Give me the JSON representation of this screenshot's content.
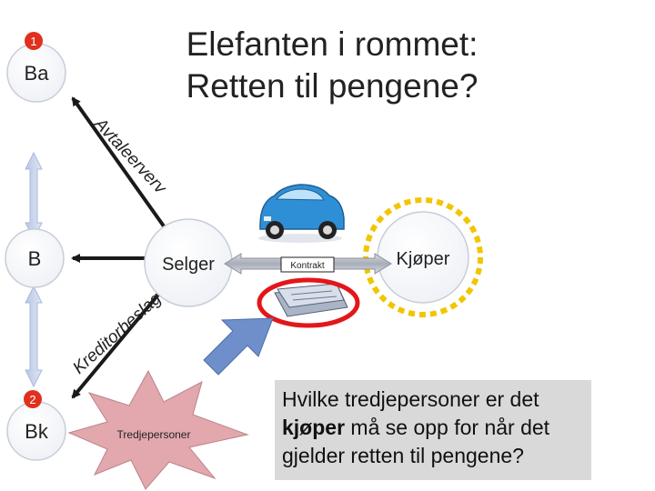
{
  "title": {
    "line1": "Elefanten i rommet:",
    "line2": "Retten til pengene?"
  },
  "nodes": {
    "ba": {
      "label": "Ba",
      "badge": "1"
    },
    "b": {
      "label": "B"
    },
    "bk": {
      "label": "Bk",
      "badge": "2"
    },
    "selger": {
      "label": "Selger"
    },
    "kjoper": {
      "label": "Kjøper"
    },
    "kontrakt": {
      "label": "Kontrakt"
    },
    "tredjepersoner": {
      "label": "Tredjepersoner"
    }
  },
  "arc_labels": {
    "avtaleerverv": "Avtaleerverv",
    "kreditorbeslag": "Kreditorbeslag"
  },
  "question": {
    "before": "Hvilke tredjepersoner er det ",
    "emphasis": "kjøper",
    "after": " må se opp for når det gjelder retten til pengene?"
  },
  "colors": {
    "arrow": "#1a1a1a",
    "badge": "#e0301e",
    "highlight_ring": "#e3161a",
    "dashed_ring": "#f2c500",
    "car": "#2f8fd6",
    "burst": "#e3a7ae",
    "blue_arrow": "#6e8fc9",
    "question_bg": "#d9d9d9"
  },
  "icons": [
    "car-icon",
    "money-bundle-icon"
  ]
}
